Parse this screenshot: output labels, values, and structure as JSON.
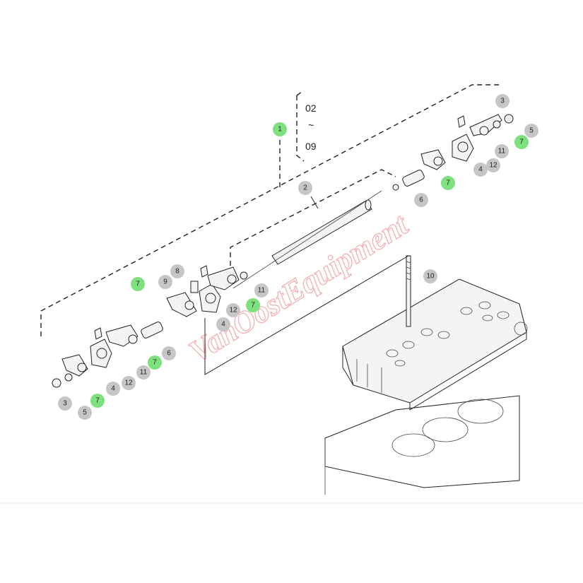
{
  "range_label": {
    "top": "02",
    "tilde": "~",
    "bottom": "09"
  },
  "watermark": "VanOostEquipment",
  "colors": {
    "highlight": "#7ee07e",
    "callout": "#c6c6c6",
    "watermark": "#e24a4a"
  },
  "callouts": [
    {
      "id": "c1",
      "label": "1",
      "highlight": true
    },
    {
      "id": "c2",
      "label": "2",
      "highlight": false
    },
    {
      "id": "c3a",
      "label": "3",
      "highlight": false
    },
    {
      "id": "c5a",
      "label": "5",
      "highlight": false
    },
    {
      "id": "c7a",
      "label": "7",
      "highlight": true
    },
    {
      "id": "c11a",
      "label": "11",
      "highlight": false
    },
    {
      "id": "c12a",
      "label": "12",
      "highlight": false
    },
    {
      "id": "c4a",
      "label": "4",
      "highlight": false
    },
    {
      "id": "c7b",
      "label": "7",
      "highlight": true
    },
    {
      "id": "c6a",
      "label": "6",
      "highlight": false
    },
    {
      "id": "c10",
      "label": "10",
      "highlight": false
    },
    {
      "id": "c8",
      "label": "8",
      "highlight": false
    },
    {
      "id": "c9",
      "label": "9",
      "highlight": false
    },
    {
      "id": "c7c",
      "label": "7",
      "highlight": true
    },
    {
      "id": "c11b",
      "label": "11",
      "highlight": false
    },
    {
      "id": "c12b",
      "label": "12",
      "highlight": false
    },
    {
      "id": "c7d",
      "label": "7",
      "highlight": true
    },
    {
      "id": "c4b",
      "label": "4",
      "highlight": false
    },
    {
      "id": "c6b",
      "label": "6",
      "highlight": false
    },
    {
      "id": "c7e",
      "label": "7",
      "highlight": true
    },
    {
      "id": "c11c",
      "label": "11",
      "highlight": false
    },
    {
      "id": "c4c",
      "label": "4",
      "highlight": false
    },
    {
      "id": "c12c",
      "label": "12",
      "highlight": false
    },
    {
      "id": "c3b",
      "label": "3",
      "highlight": false
    },
    {
      "id": "c5b",
      "label": "5",
      "highlight": false
    },
    {
      "id": "c7f",
      "label": "7",
      "highlight": true
    }
  ]
}
